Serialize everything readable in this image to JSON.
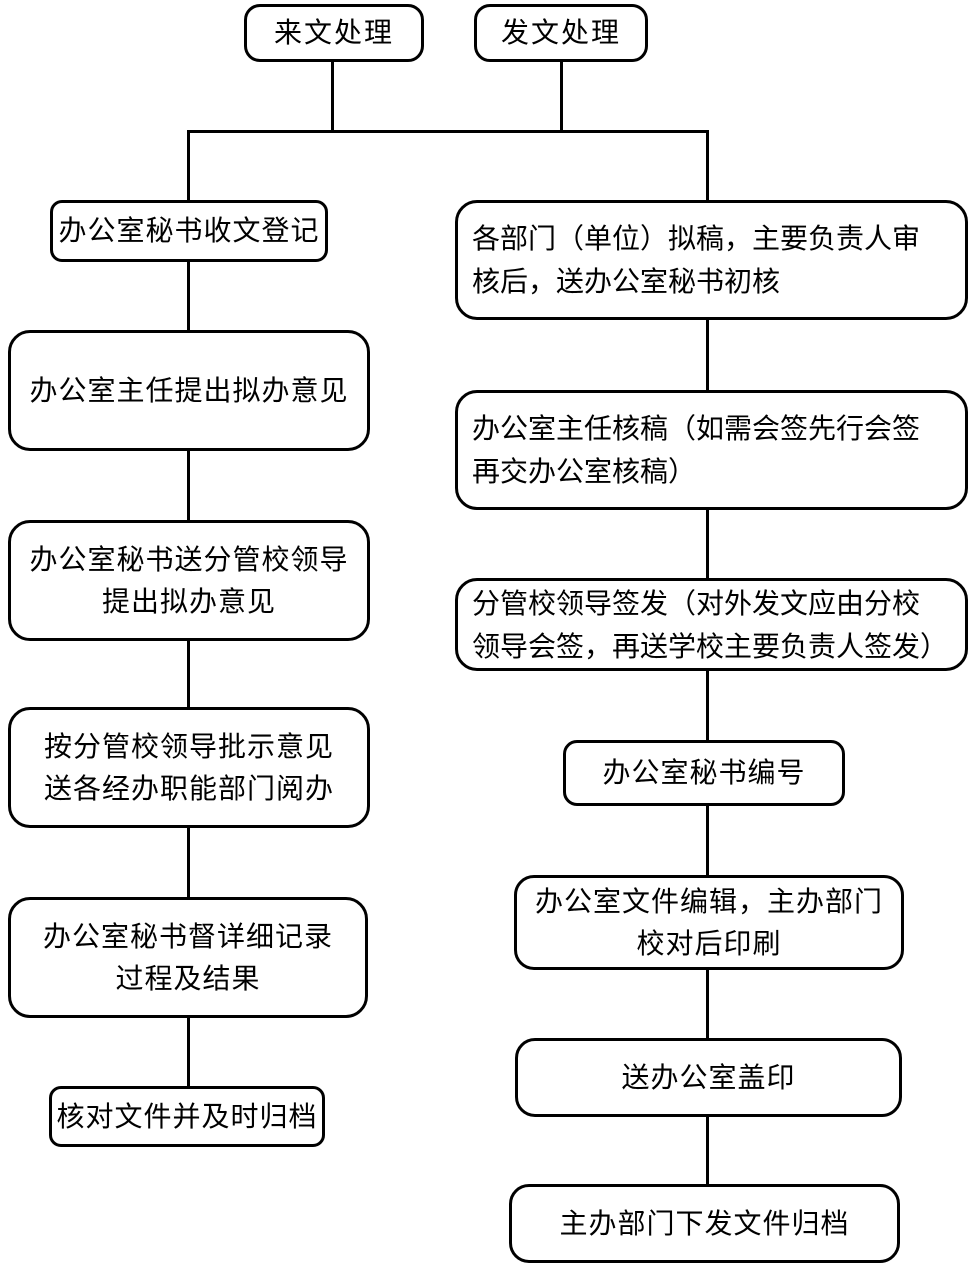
{
  "flowchart": {
    "headers": {
      "incoming_label": "来文处理",
      "outgoing_label": "发文处理"
    },
    "incoming_steps": [
      "办公室秘书收文登记",
      "办公室主任提出拟办意见",
      "办公室秘书送分管校领导\n提出拟办意见",
      "按分管校领导批示意见\n送各经办职能部门阅办",
      "办公室秘书督详细记录\n过程及结果",
      "核对文件并及时归档"
    ],
    "outgoing_steps": [
      "各部门（单位）拟稿，主要负责人审\n核后，送办公室秘书初核",
      "办公室主任核稿（如需会签先行会签\n再交办公室核稿）",
      "分管校领导签发（对外发文应由分校\n领导会签，再送学校主要负责人签发）",
      "办公室秘书编号",
      "办公室文件编辑，主办部门\n校对后印刷",
      "送办公室盖印",
      "主办部门下发文件归档"
    ]
  }
}
